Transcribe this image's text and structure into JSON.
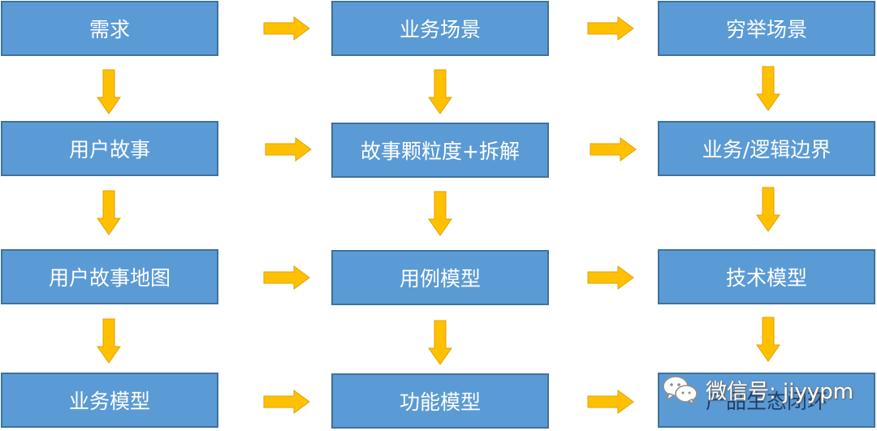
{
  "nodes": {
    "demand": "需求",
    "business_scene": "业务场景",
    "exhaustive_scene": "穷举场景",
    "user_story": "用户故事",
    "story_granularity": "故事颗粒度+拆解",
    "business_boundary": "业务/逻辑边界",
    "user_story_map": "用户故事地图",
    "use_case_model": "用例模型",
    "tech_model": "技术模型",
    "business_model": "业务模型",
    "function_model": "功能模型",
    "product_ecosystem": "产品生态闭环"
  },
  "watermark": {
    "text": "微信号: jiyypm",
    "icon": "wechat-icon"
  },
  "colors": {
    "box_fill": "#5b9bd5",
    "box_border": "#41719c",
    "arrow_fill": "#ffc000",
    "arrow_stroke": "#e0a100"
  }
}
